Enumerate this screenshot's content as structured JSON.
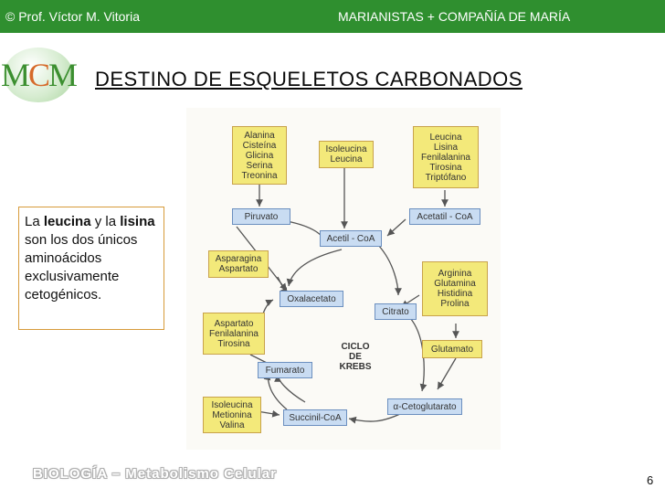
{
  "header": {
    "left": "© Prof. Víctor M. Vitoria",
    "right": "MARIANISTAS + COMPAÑÍA DE MARÍA"
  },
  "logo": {
    "m1": "M",
    "c": "C",
    "m2": "M"
  },
  "title": "DESTINO DE ESQUELETOS CARBONADOS",
  "note": {
    "t1": "La ",
    "leucina": "leucina",
    "t2": " y la ",
    "lisina": "lisina",
    "t3": " son los dos únicos aminoácidos exclusivamente cetogénicos."
  },
  "diagram": {
    "box_ala": "Alanina\nCisteína\nGlicina\nSerina\nTreonina",
    "box_iso": "Isoleucina\nLeucina",
    "box_leu": "Leucina\nLisina\nFenilalanina\nTirosina\nTriptófano",
    "piruvato": "Piruvato",
    "acetil_coa_top": "Acetatil - CoA",
    "acetil_coa": "Acetil - CoA",
    "box_asp1": "Asparagina\nAspartato",
    "oxalacetato": "Oxalacetato",
    "citrato": "Citrato",
    "box_arg": "Arginina\nGlutamina\nHistidina\nProlina",
    "box_asp2": "Aspartato\nFenilalanina\nTirosina",
    "krebs": "CICLO\nDE\nKREBS",
    "glutamato": "Glutamato",
    "fumarato": "Fumarato",
    "box_iso2": "Isoleucina\nMetionina\nValina",
    "succinil": "Succinil-CoA",
    "cetoglutarato": "α-Cetoglutarato"
  },
  "footer": "BIOLOGÍA – Metabolismo Celular",
  "page_number": "6",
  "colors": {
    "header_bg": "#2f8f2f",
    "yellow_box": "#f3e97a",
    "blue_box": "#c9dcf2"
  }
}
